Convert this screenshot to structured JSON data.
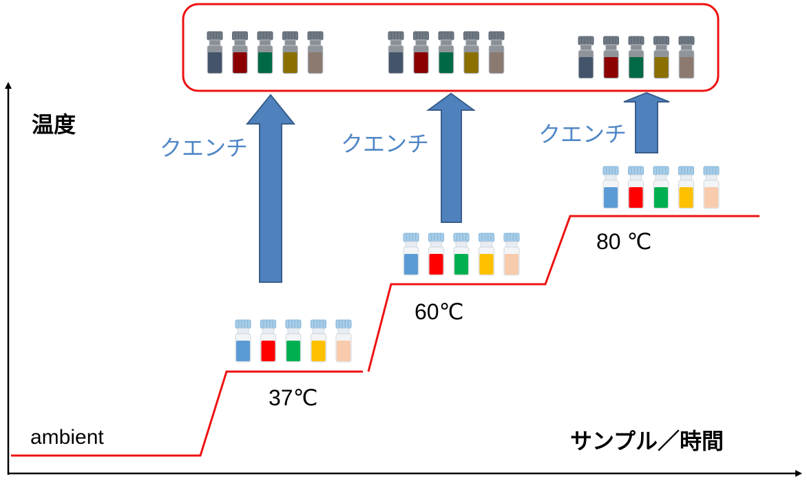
{
  "axes": {
    "y_label": "温度",
    "x_label": "サンプル／時間",
    "baseline_label": "ambient"
  },
  "stages": [
    {
      "temperature": "37℃",
      "quench_label": "クエンチ"
    },
    {
      "temperature": "60℃",
      "quench_label": "クエンチ"
    },
    {
      "temperature": "80 ℃",
      "quench_label": "クエンチ"
    }
  ],
  "colors": {
    "temperature_line": "#ee1111",
    "arrow_fill": "#4f81bd",
    "arrow_stroke": "#385d8a",
    "quenched_box_border": "#ee1111",
    "vial_liquids": [
      "#5b9bd5",
      "#ff0000",
      "#00b050",
      "#ffc000",
      "#f8cbad"
    ],
    "quenched_vial_liquids": [
      "#44546a",
      "#8b0000",
      "#006a46",
      "#8b7000",
      "#8c7a70"
    ]
  }
}
